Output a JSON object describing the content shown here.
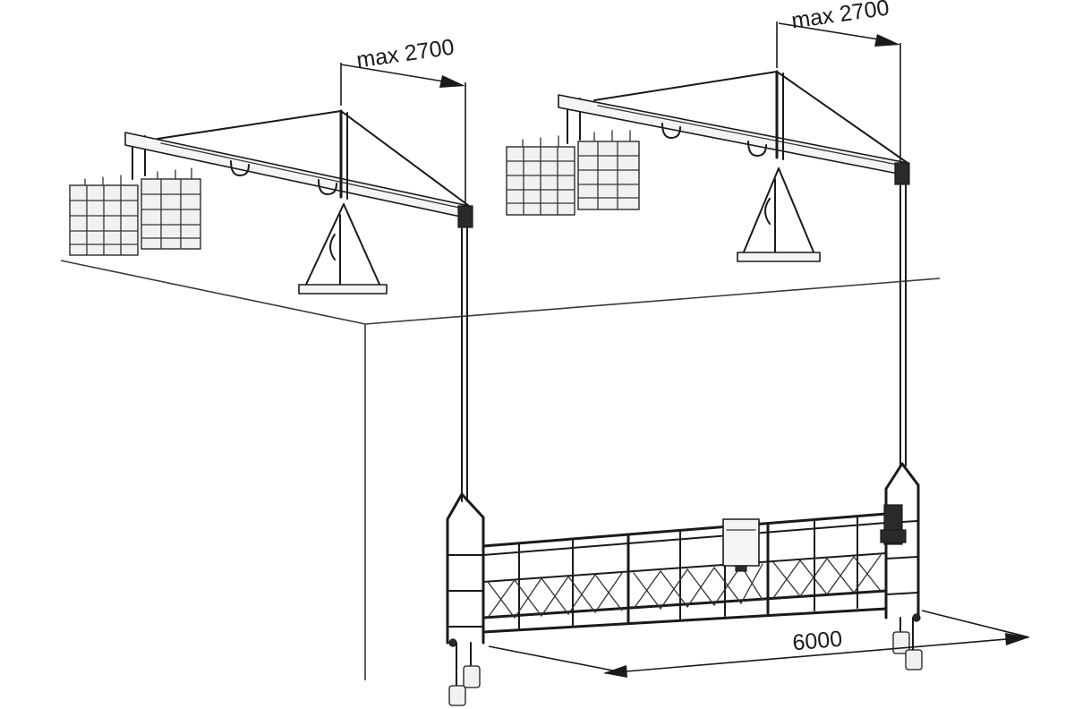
{
  "dimensions": {
    "left_outrigger_reach": "max 2700",
    "right_outrigger_reach": "max 2700",
    "platform_length": "6000"
  }
}
